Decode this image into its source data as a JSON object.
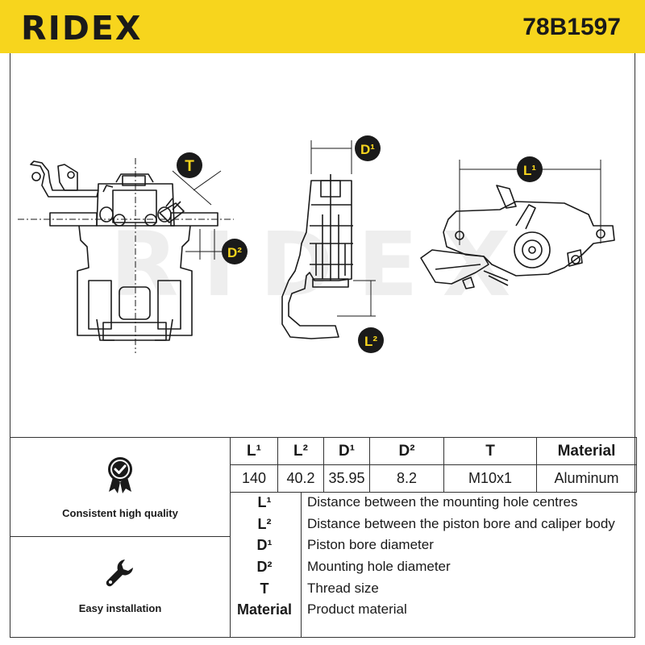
{
  "brand": "RIDEX",
  "part_number": "78B1597",
  "diagram": {
    "callouts": [
      "T",
      "D²",
      "D¹",
      "L²",
      "L¹"
    ],
    "watermark": "RIDEX"
  },
  "features": [
    {
      "label": "Consistent high quality",
      "icon": "quality-badge-icon"
    },
    {
      "label": "Easy installation",
      "icon": "wrench-icon"
    }
  ],
  "spec_table": {
    "headers": [
      "L¹",
      "L²",
      "D¹",
      "D²",
      "T",
      "Material"
    ],
    "values": [
      "140",
      "40.2",
      "35.95",
      "8.2",
      "M10x1",
      "Aluminum"
    ]
  },
  "legend": [
    {
      "key": "L¹",
      "desc": "Distance between the mounting hole centres"
    },
    {
      "key": "L²",
      "desc": "Distance between the piston bore and caliper body"
    },
    {
      "key": "D¹",
      "desc": "Piston bore diameter"
    },
    {
      "key": "D²",
      "desc": "Mounting hole diameter"
    },
    {
      "key": "T",
      "desc": "Thread size"
    },
    {
      "key": "Material",
      "desc": "Product material"
    }
  ],
  "colors": {
    "brand_yellow": "#f7d51d",
    "ink": "#1a1a1a"
  }
}
